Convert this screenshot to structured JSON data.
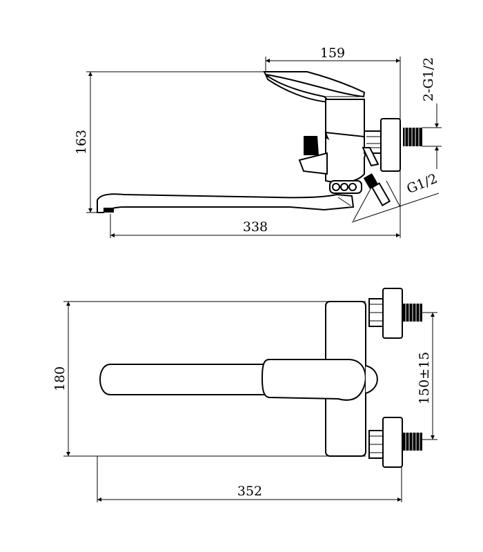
{
  "dimensions": {
    "side_view": {
      "lever_width": "159",
      "total_height": "163",
      "inlet_thread": "2-G1/2",
      "outlet_thread": "G1/2",
      "spout_length": "338"
    },
    "top_view": {
      "body_width": "180",
      "inlet_spacing": "150±15",
      "total_length": "352"
    }
  }
}
